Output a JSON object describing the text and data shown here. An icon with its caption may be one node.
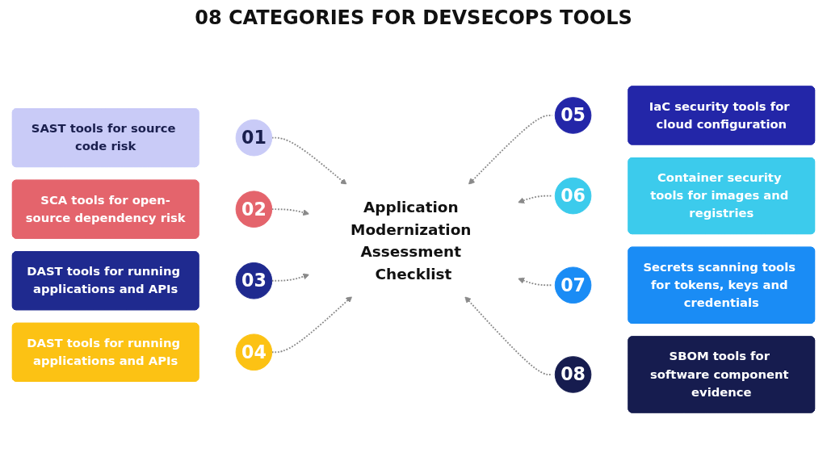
{
  "diagram": {
    "title": "08 CATEGORIES FOR DEVSECOPS TOOLS",
    "nodes": [
      {
        "text": [
          "Application Modernization Assessment Checklist"
        ]
      },
      {
        "text": [
          "01"
        ]
      },
      {
        "text": [
          "SAST tools for source code risk"
        ]
      },
      {
        "text": [
          "02"
        ]
      },
      {
        "text": [
          "SCA tools for open-source dependency risk"
        ]
      },
      {
        "text": [
          "03"
        ]
      },
      {
        "text": [
          "DAST tools for running applications and APIs"
        ]
      },
      {
        "text": [
          "04"
        ]
      },
      {
        "text": [
          "DAST tools for running applications and APIs"
        ]
      },
      {
        "text": [
          "05"
        ]
      },
      {
        "text": [
          "IaC security tools for cloud configuration"
        ]
      },
      {
        "text": [
          "06"
        ]
      },
      {
        "text": [
          "Container security tools for images and registries"
        ]
      },
      {
        "text": [
          "07"
        ]
      },
      {
        "text": [
          "Secrets scanning tools for tokens, keys and credentials"
        ]
      },
      {
        "text": [
          "08"
        ]
      },
      {
        "text": [
          "SBOM tools for software component evidence"
        ]
      }
    ],
    "edges": [
      {
        "from": 1,
        "to": 0,
        "arrow": "to",
        "style": "dashed"
      },
      {
        "from": 3,
        "to": 0,
        "arrow": "to",
        "style": "dashed"
      },
      {
        "from": 5,
        "to": 0,
        "arrow": "to",
        "style": "dashed"
      },
      {
        "from": 7,
        "to": 0,
        "arrow": "to",
        "style": "dashed"
      },
      {
        "from": 9,
        "to": 0,
        "arrow": "to",
        "style": "dashed"
      },
      {
        "from": 11,
        "to": 0,
        "arrow": "to",
        "style": "dashed"
      },
      {
        "from": 13,
        "to": 0,
        "arrow": "to",
        "style": "dashed"
      },
      {
        "from": 15,
        "to": 0,
        "arrow": "to",
        "style": "dashed"
      }
    ]
  }
}
